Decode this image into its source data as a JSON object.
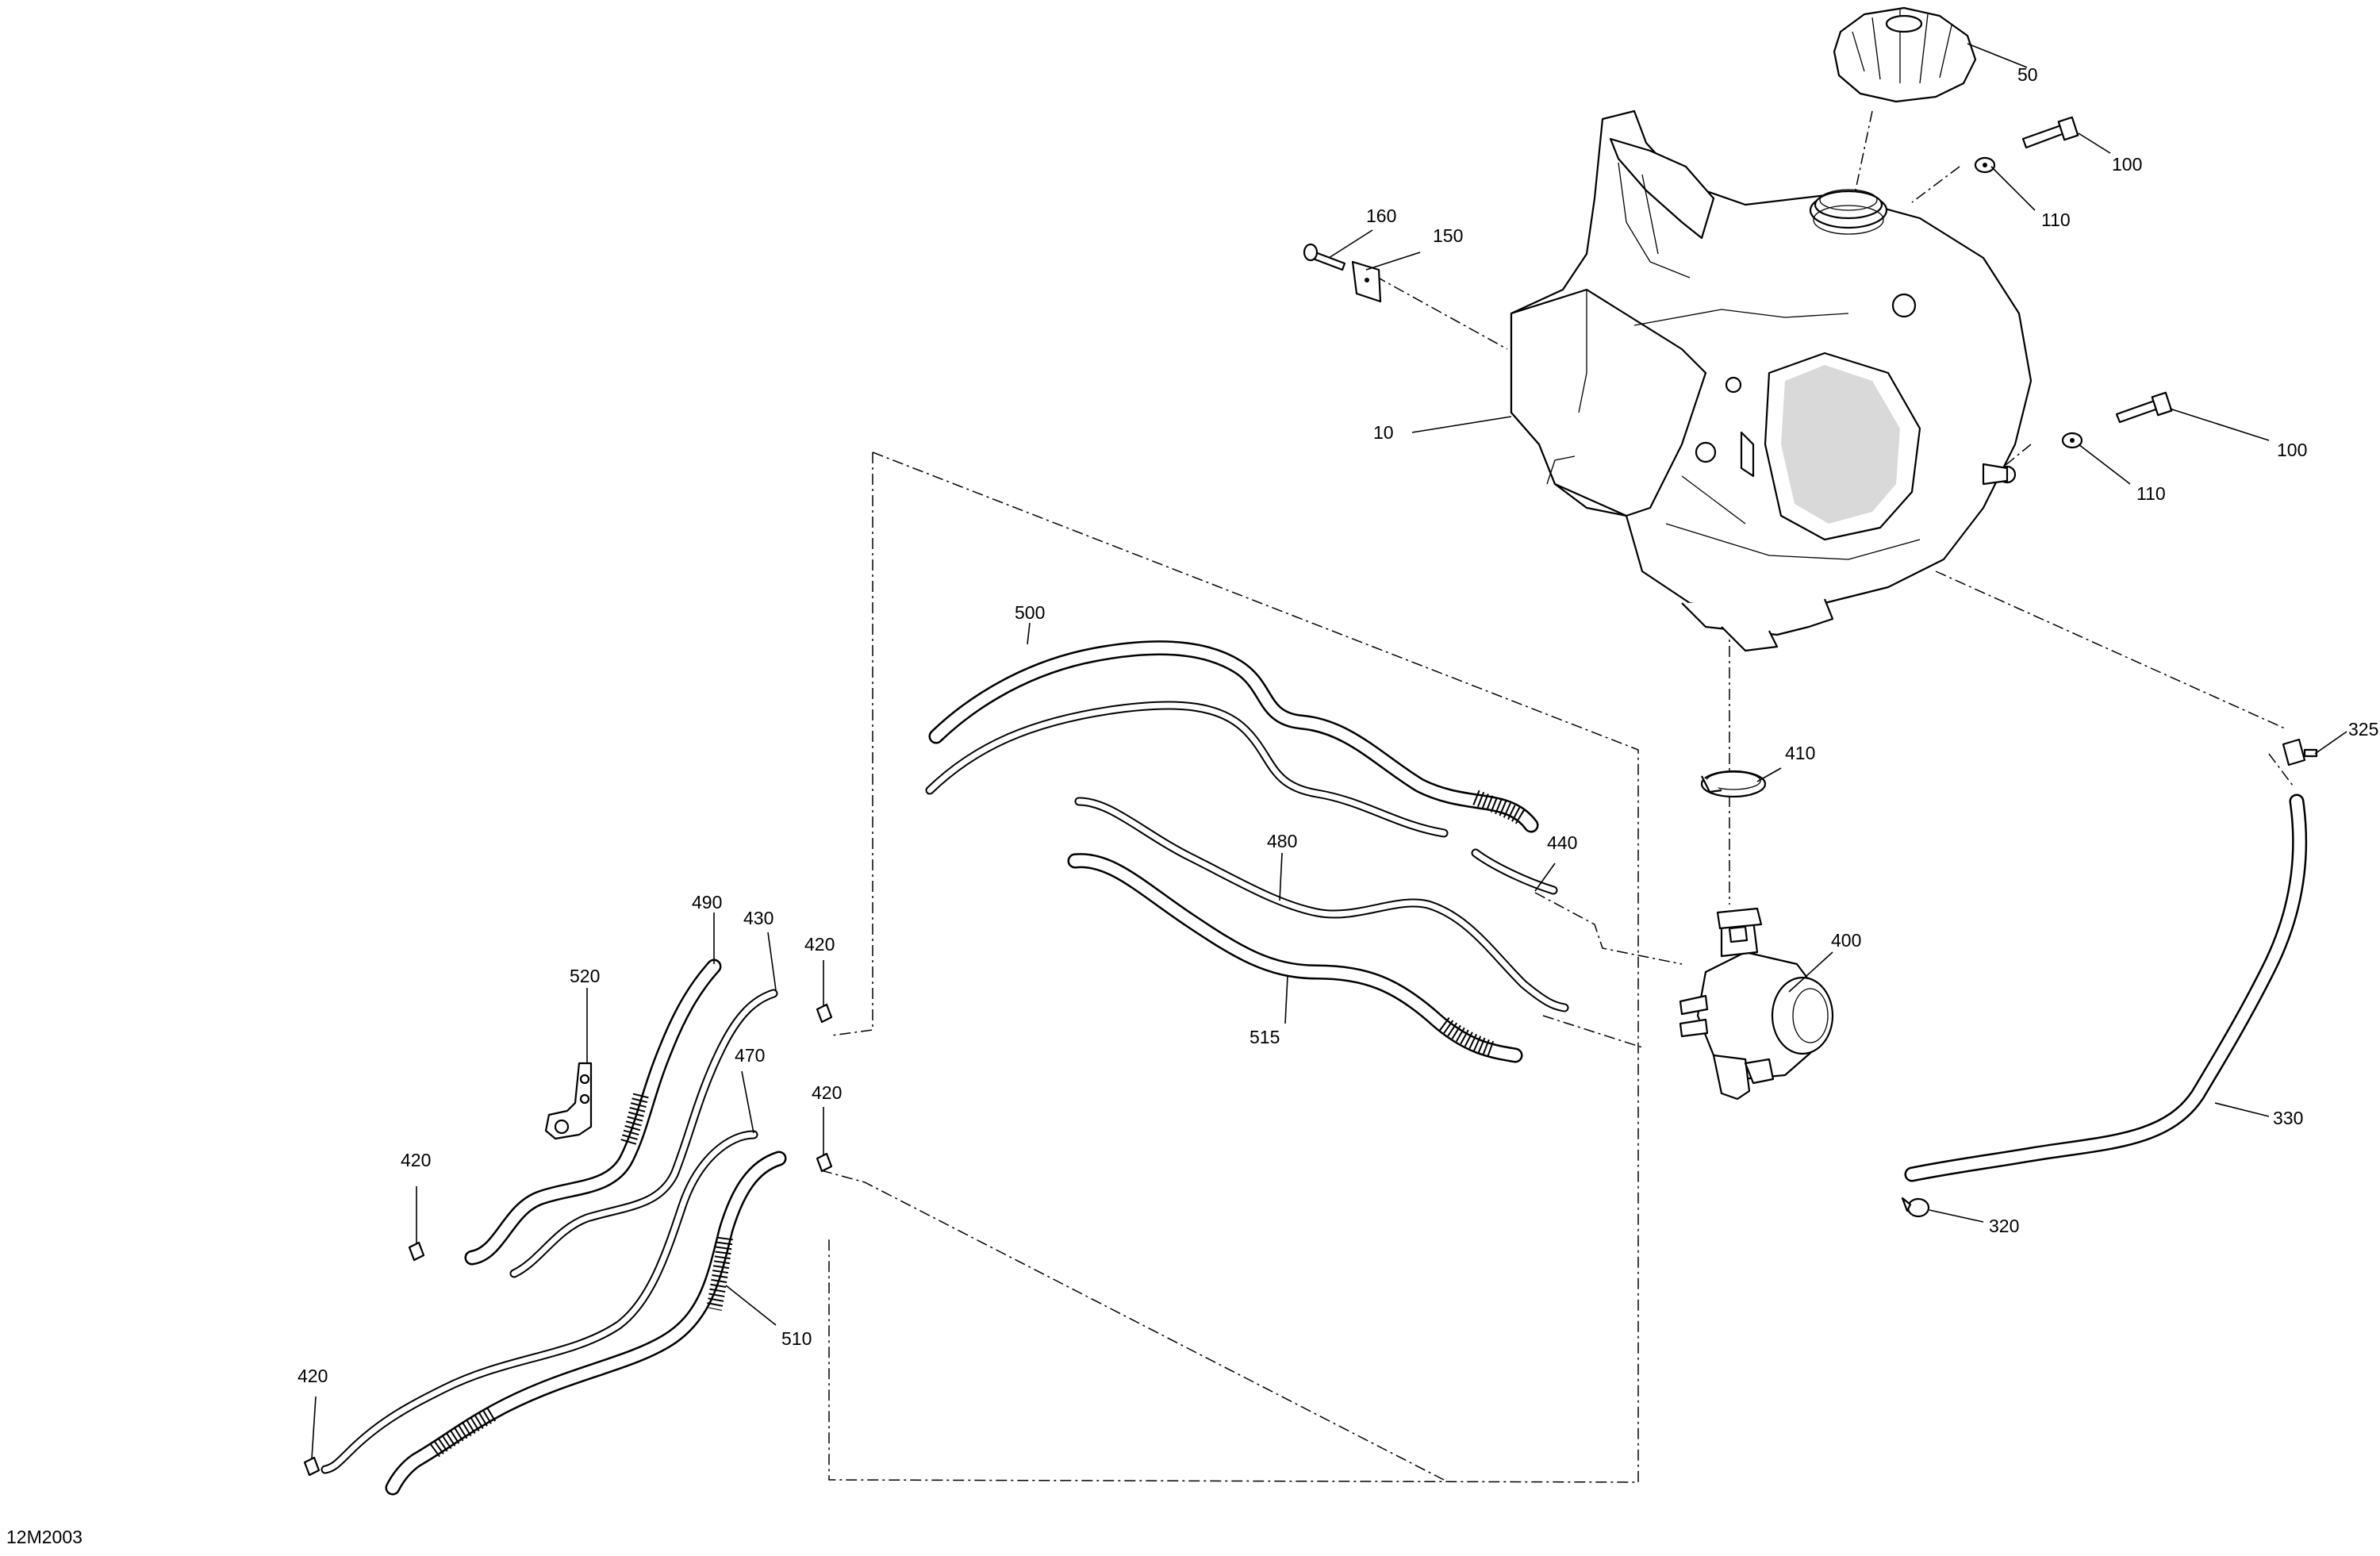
{
  "figure_code": "12M2003",
  "callouts": {
    "c10": "10",
    "c50": "50",
    "c100a": "100",
    "c110a": "110",
    "c100b": "100",
    "c110b": "110",
    "c150": "150",
    "c160": "160",
    "c320": "320",
    "c325": "325",
    "c330": "330",
    "c400": "400",
    "c410": "410",
    "c420a": "420",
    "c420b": "420",
    "c420c": "420",
    "c420d": "420",
    "c430": "430",
    "c440": "440",
    "c470": "470",
    "c480": "480",
    "c490": "490",
    "c500": "500",
    "c510": "510",
    "c515": "515",
    "c520": "520"
  }
}
